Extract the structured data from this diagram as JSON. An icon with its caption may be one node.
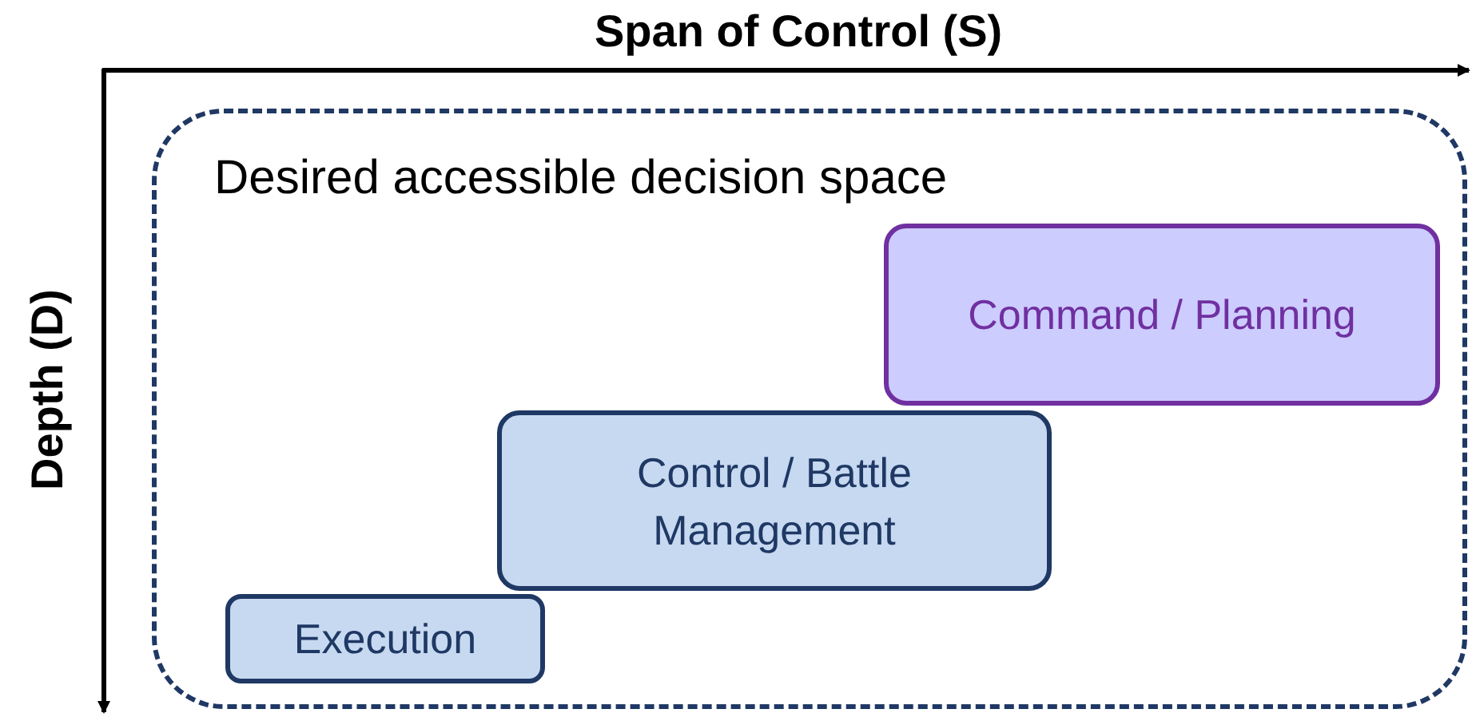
{
  "diagram": {
    "nodes": [
      {
        "text": [
          "Desired accessible decision space"
        ]
      },
      {
        "text": [
          "Command / Planning"
        ],
        "in": 0
      },
      {
        "text": [
          "Control / Battle Management"
        ],
        "in": 0
      },
      {
        "text": [
          "Execution"
        ],
        "in": 0
      }
    ],
    "labels": [
      "Span of Control (S)",
      "Depth (D)"
    ]
  }
}
